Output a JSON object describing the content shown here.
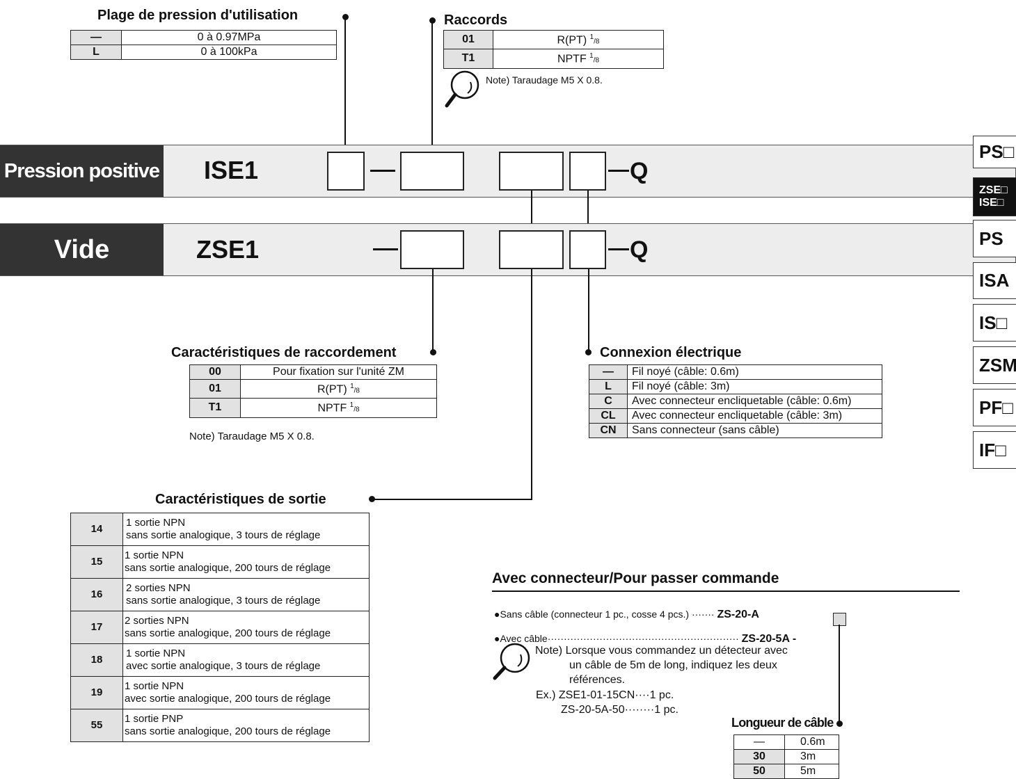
{
  "plage": {
    "title": "Plage de pression d'utilisation",
    "rows": [
      {
        "code": "—",
        "desc": "0 à 0.97MPa"
      },
      {
        "code": "L",
        "desc": "0 à 100kPa"
      }
    ]
  },
  "raccords": {
    "title": "Raccords",
    "rows": [
      {
        "code": "01",
        "desc": "R(PT) ",
        "frac_num": "1",
        "frac_den": "/8"
      },
      {
        "code": "T1",
        "desc": "NPTF ",
        "frac_num": "1",
        "frac_den": "/8"
      }
    ],
    "note": "Note) Taraudage M5 X 0.8."
  },
  "bands": {
    "positive": {
      "label": "Pression positive",
      "model": "ISE1",
      "suffix": "Q"
    },
    "vide": {
      "label": "Vide",
      "model": "ZSE1",
      "suffix": "Q"
    }
  },
  "raccordement": {
    "title": "Caractéristiques de raccordement",
    "rows": [
      {
        "code": "00",
        "desc": "Pour fixation sur l'unité ZM"
      },
      {
        "code": "01",
        "desc": "R(PT) ",
        "frac_num": "1",
        "frac_den": "/8"
      },
      {
        "code": "T1",
        "desc": "NPTF ",
        "frac_num": "1",
        "frac_den": "/8"
      }
    ],
    "note": "Note) Taraudage M5 X 0.8."
  },
  "connexion": {
    "title": "Connexion électrique",
    "rows": [
      {
        "code": "—",
        "desc": "Fil noyé (câble: 0.6m)"
      },
      {
        "code": "L",
        "desc": "Fil noyé (câble: 3m)"
      },
      {
        "code": "C",
        "desc": "Avec connecteur encliquetable (câble: 0.6m)"
      },
      {
        "code": "CL",
        "desc": "Avec connecteur encliquetable (câble: 3m)"
      },
      {
        "code": "CN",
        "desc": "Sans connecteur (sans câble)"
      }
    ]
  },
  "sortie": {
    "title": "Caractéristiques de sortie",
    "rows": [
      {
        "code": "14",
        "l1": "1 sortie NPN",
        "l2": "sans sortie analogique, 3 tours de réglage"
      },
      {
        "code": "15",
        "l1": "1 sortie NPN",
        "l2": "sans sortie analogique, 200 tours de réglage"
      },
      {
        "code": "16",
        "l1": "2 sorties NPN",
        "l2": "sans sortie analogique, 3 tours de réglage"
      },
      {
        "code": "17",
        "l1": "2 sorties NPN",
        "l2": "sans sortie analogique, 200 tours de réglage"
      },
      {
        "code": "18",
        "l1": "1 sortie NPN",
        "l2": "avec sortie analogique, 3 tours de réglage"
      },
      {
        "code": "19",
        "l1": "1 sortie NPN",
        "l2": "avec sortie analogique, 200 tours de réglage"
      },
      {
        "code": "55",
        "l1": "1 sortie PNP",
        "l2": "sans sortie analogique, 200 tours de réglage"
      }
    ]
  },
  "commande": {
    "title": "Avec connecteur/Pour passer commande",
    "item1_text": "Sans câble (connecteur 1 pc., cosse 4 pcs.) ·······",
    "item1_code": "ZS-20-A",
    "item2_text": "Avec câble···························································",
    "item2_code": "ZS-20-5A -",
    "note_l1": "Note) Lorsque vous commandez un détecteur avec",
    "note_l2": "un câble de 5m de long, indiquez les deux",
    "note_l3": "références.",
    "ex1": "Ex.) ZSE1-01-15CN····1 pc.",
    "ex2": "ZS-20-5A-50········1 pc."
  },
  "longueur": {
    "title": "Longueur de câble",
    "rows": [
      {
        "code": "—",
        "desc": "0.6m"
      },
      {
        "code": "30",
        "desc": "3m"
      },
      {
        "code": "50",
        "desc": "5m"
      }
    ]
  },
  "side_tabs": [
    "PS□",
    "ZSE□",
    "ISE□",
    "PS",
    "ISA",
    "IS□",
    "ZSM",
    "PF□",
    "IF□"
  ]
}
